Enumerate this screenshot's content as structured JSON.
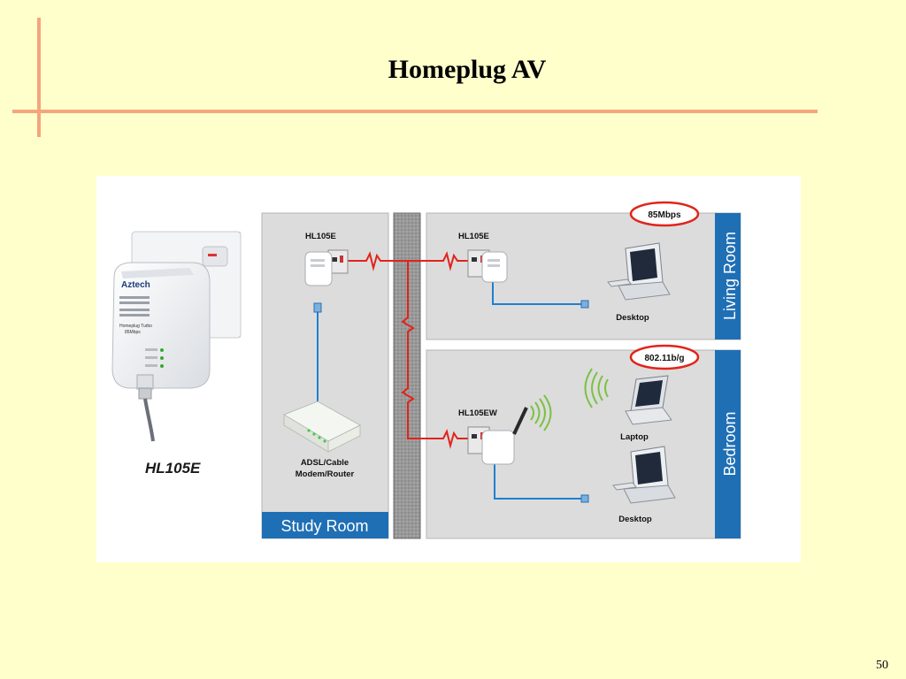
{
  "slide": {
    "title": "Homeplug AV",
    "page_number": "50"
  },
  "diagram": {
    "device_label": "HL105E",
    "device_brand": "Aztech",
    "device_subtitle_1": "Homeplug Turbo",
    "device_subtitle_2": "85Mbps",
    "rooms": {
      "study": "Study Room",
      "living": "Living Room",
      "bedroom": "Bedroom"
    },
    "nodes": {
      "study_adapter": "HL105E",
      "modem": "ADSL/Cable",
      "modem_line2": "Modem/Router",
      "living_adapter": "HL105E",
      "living_desktop": "Desktop",
      "bedroom_adapter": "HL105EW",
      "laptop": "Laptop",
      "bedroom_desktop": "Desktop"
    },
    "badges": {
      "powerline_speed": "85Mbps",
      "wifi_standard": "802.11b/g"
    },
    "colors": {
      "room_accent": "#1f6fb5",
      "powerline": "#e2231a",
      "ethernet": "#1f7fd0",
      "wall": "#8a8a8a",
      "background": "#ffffcc",
      "rule": "#f4a57c"
    }
  }
}
